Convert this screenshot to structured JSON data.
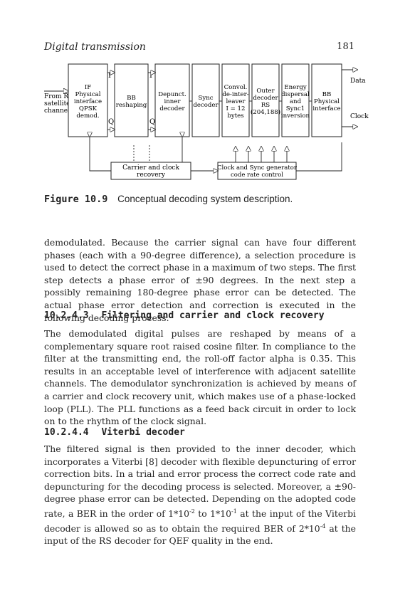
{
  "header": {
    "running_title": "Digital transmission",
    "page_number": "181"
  },
  "diagram": {
    "input_label": [
      "From RF",
      "satellite",
      "channel"
    ],
    "blocks": [
      [
        "IF",
        "Physical",
        "interface",
        "QPSK",
        "demod."
      ],
      [
        "BB",
        "reshaping"
      ],
      [
        "Depunct.",
        "inner",
        "decoder"
      ],
      [
        "Sync",
        "decoder"
      ],
      [
        "Convol.",
        "de-inter-",
        "leaver",
        "I = 12",
        "bytes"
      ],
      [
        "Outer",
        "decoder",
        "RS",
        "(204,188)"
      ],
      [
        "Energy",
        "dispersal",
        "and",
        "Sync1",
        "inversion"
      ],
      [
        "BB",
        "Physical",
        "interface"
      ]
    ],
    "iq_labels": [
      "I",
      "Q",
      "I",
      "Q"
    ],
    "outputs": [
      "Data",
      "Clock"
    ],
    "carrier_block": [
      "Carrier and clock",
      "recovery"
    ],
    "clock_block": [
      "Clock and Sync generator",
      "code rate control"
    ]
  },
  "caption": {
    "label": "Figure 10.9",
    "text": "Conceptual decoding system description."
  },
  "paragraph1": "demodulated. Because the carrier signal can have four different phases (each with a 90-degree difference), a selection procedure is used to detect the correct phase in a maximum of two steps. The first step detects a phase error of ±90 degrees. In the next step a possibly remaining 180-degree phase error can be detected. The actual phase error detection and correction is executed in the following decoding process.",
  "section1": {
    "number": "10.2.4.3",
    "title": "Filtering and carrier and clock recovery"
  },
  "paragraph2": "The demodulated digital pulses are reshaped by means of a complementary square root raised cosine filter. In compliance to the filter at the transmitting end, the roll-off factor alpha is 0.35. This results in an acceptable level of interference with adjacent satellite channels. The demodulator synchronization is achieved by means of a carrier and clock recovery unit, which makes use of a phase-locked loop (PLL). The PLL functions as a feed back circuit in order to lock on to the rhythm of the clock signal.",
  "section2": {
    "number": "10.2.4.4",
    "title": "Viterbi decoder"
  },
  "paragraph3": "The filtered signal is then provided to the inner decoder, which incorporates a Viterbi [8] decoder with flexible depuncturing of error correction bits. In a trial and error process the correct code rate and depuncturing for the decoding process is selected. Moreover, a ±90-degree phase error can be detected. Depending on the adopted code rate, a BER in the order of 1*10^-2 to 1*10^-1 at the input of the Viterbi decoder is allowed so as to obtain the required BER of 2*10^-4 at the input of the RS decoder for QEF quality in the end."
}
